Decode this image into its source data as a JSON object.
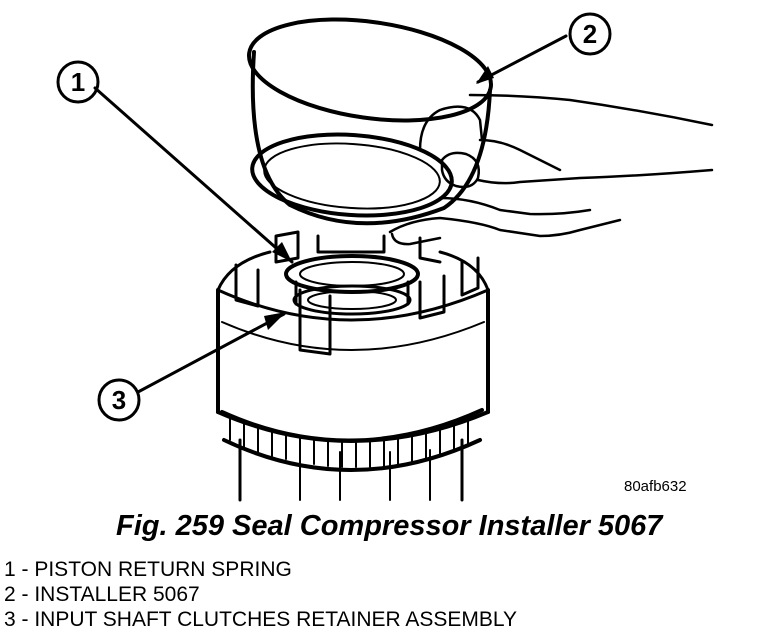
{
  "figure": {
    "callouts": [
      "1",
      "2",
      "3"
    ],
    "image_code": "80afb632",
    "caption": "Fig. 259 Seal Compressor Installer 5067",
    "legend": [
      "1 - PISTON RETURN SPRING",
      "2 - INSTALLER 5067",
      "3 - INPUT SHAFT CLUTCHES RETAINER ASSEMBLY"
    ]
  }
}
